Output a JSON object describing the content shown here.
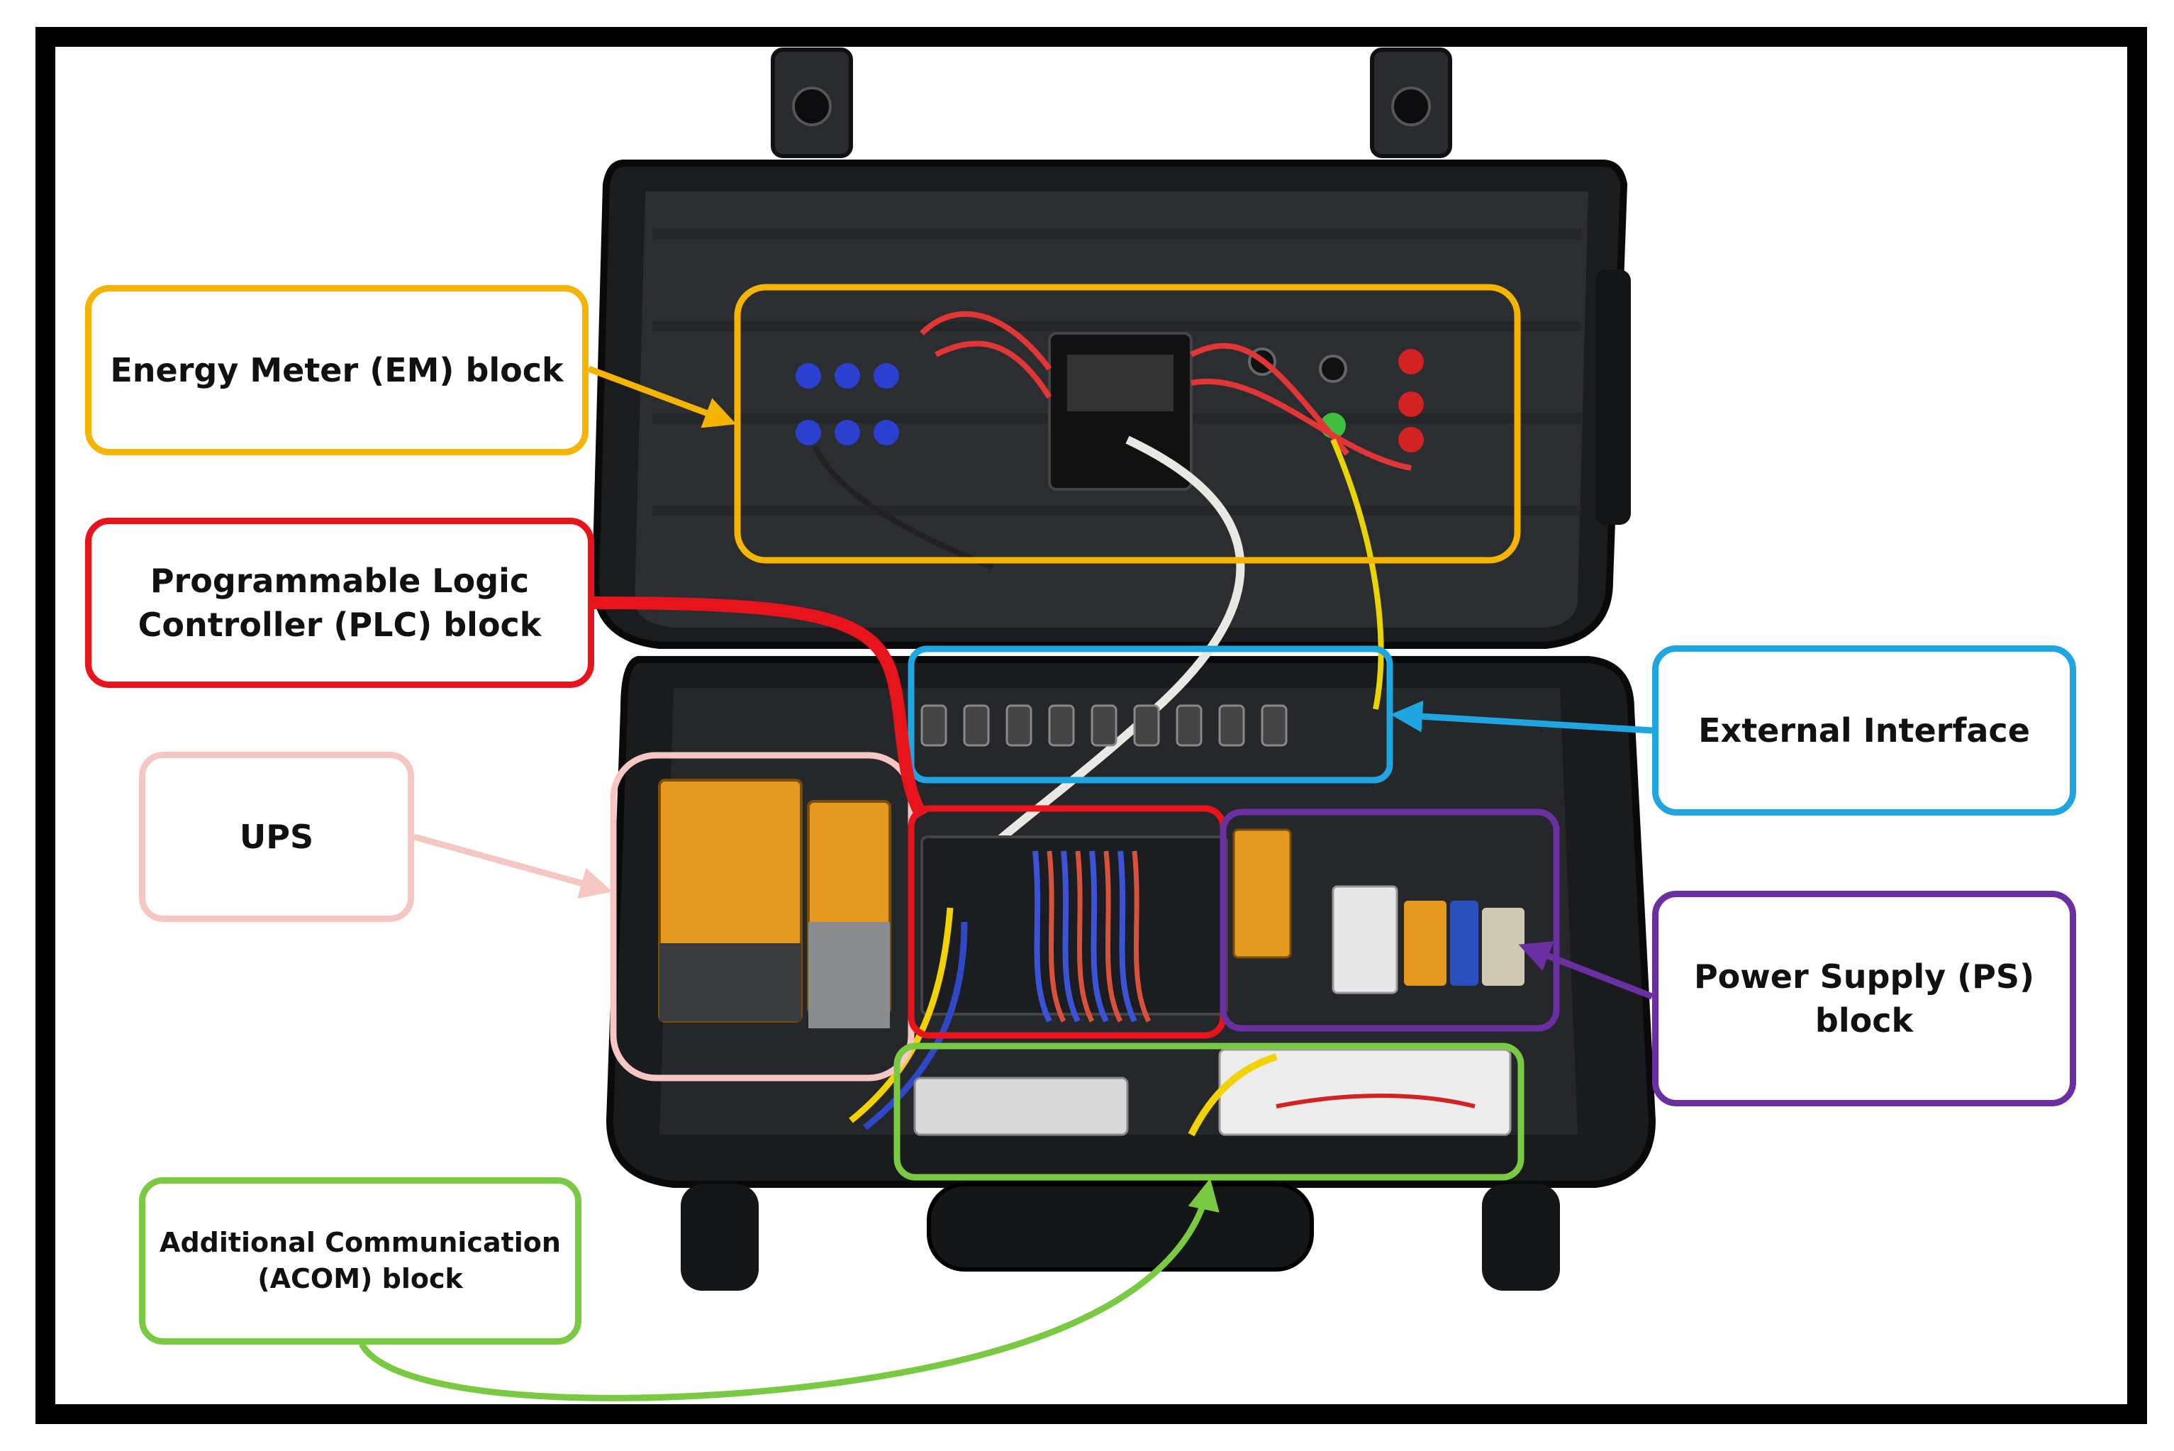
{
  "colors": {
    "em": "#f4b400",
    "plc": "#e8141b",
    "ups": "#f4c7c3",
    "acom": "#7ac943",
    "ext": "#1fa6e0",
    "ps": "#6a2fa0",
    "case": "#1b1c1e"
  },
  "labels": {
    "em": "Energy Meter (EM) block",
    "plc_line1": "Programmable Logic",
    "plc_line2": "Controller (PLC) block",
    "ups": "UPS",
    "acom_line1": "Additional Communication",
    "acom_line2": "(ACOM) block",
    "ext": "External Interface",
    "ps_line1": "Power Supply (PS)",
    "ps_line2": "block"
  }
}
